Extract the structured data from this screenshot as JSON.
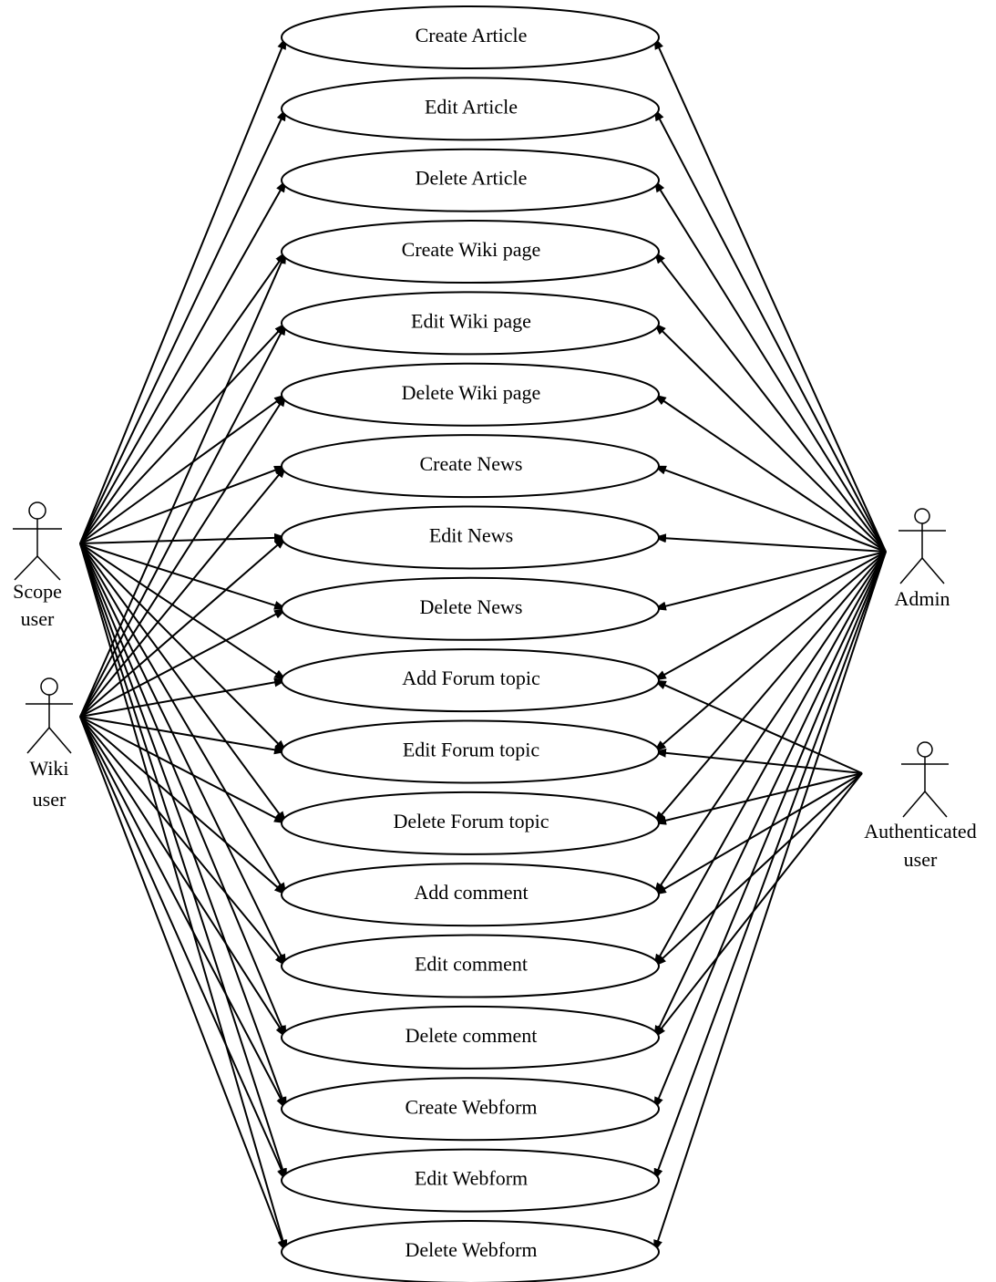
{
  "use_cases": [
    "Create Article",
    "Edit Article",
    "Delete Article",
    "Create Wiki page",
    "Edit Wiki page",
    "Delete Wiki page",
    "Create News",
    "Edit News",
    "Delete News",
    "Add Forum topic",
    "Edit Forum topic",
    "Delete Forum topic",
    "Add comment",
    "Edit comment",
    "Delete comment",
    "Create Webform",
    "Edit Webform",
    "Delete Webform"
  ],
  "actors": {
    "scope_user": {
      "label_lines": [
        "Scope",
        "user"
      ]
    },
    "wiki_user": {
      "label_lines": [
        "Wiki",
        "user"
      ]
    },
    "admin": {
      "label_lines": [
        "Admin"
      ]
    },
    "authenticated_user": {
      "label_lines": [
        "Authenticated",
        "user"
      ]
    }
  },
  "associations": {
    "scope_user": [
      "Create Article",
      "Edit Article",
      "Delete Article",
      "Create Wiki page",
      "Edit Wiki page",
      "Delete Wiki page",
      "Create News",
      "Edit News",
      "Delete News",
      "Add Forum topic",
      "Edit Forum topic",
      "Delete Forum topic",
      "Add comment",
      "Edit comment",
      "Delete comment",
      "Create Webform",
      "Edit Webform",
      "Delete Webform"
    ],
    "wiki_user": [
      "Create Wiki page",
      "Edit Wiki page",
      "Delete Wiki page",
      "Create News",
      "Edit News",
      "Delete News",
      "Add Forum topic",
      "Edit Forum topic",
      "Delete Forum topic",
      "Add comment",
      "Edit comment",
      "Delete comment",
      "Create Webform",
      "Edit Webform",
      "Delete Webform"
    ],
    "admin": [
      "Create Article",
      "Edit Article",
      "Delete Article",
      "Create Wiki page",
      "Edit Wiki page",
      "Delete Wiki page",
      "Create News",
      "Edit News",
      "Delete News",
      "Add Forum topic",
      "Edit Forum topic",
      "Delete Forum topic",
      "Add comment",
      "Edit comment",
      "Delete comment",
      "Create Webform",
      "Edit Webform",
      "Delete Webform"
    ],
    "authenticated_user": [
      "Add Forum topic",
      "Edit Forum topic",
      "Delete Forum topic",
      "Add comment",
      "Edit comment",
      "Delete comment"
    ]
  }
}
